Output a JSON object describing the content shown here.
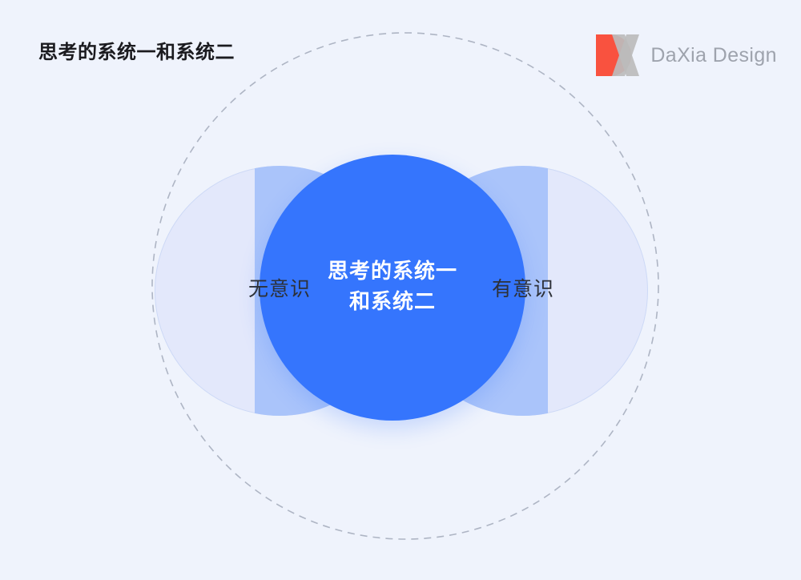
{
  "slide": {
    "title": "思考的系统一和系统二",
    "background_color": "#eff3fc"
  },
  "logo": {
    "mark_name": "dx-monogram",
    "mark_red": "#f9523f",
    "mark_gray": "#bcbcbc",
    "text": "DaXia Design",
    "text_color": "#9ea3ad"
  },
  "diagram": {
    "type": "venn",
    "outer_ring": {
      "name": "dashed-outer-ring",
      "stroke_color": "#aeb5c4",
      "dash": "9 7"
    },
    "circles": [
      {
        "id": "left",
        "label": "无意识",
        "fill": "#e3e8fb",
        "text_color": "#2d3138"
      },
      {
        "id": "center",
        "label_lines": [
          "思考的系统一",
          "和系统二"
        ],
        "fill": "#3575fd",
        "text_color": "#ffffff"
      },
      {
        "id": "right",
        "label": "有意识",
        "fill": "#e3e8fb",
        "text_color": "#2d3138"
      }
    ],
    "overlap_fill": "#aac4fa"
  }
}
